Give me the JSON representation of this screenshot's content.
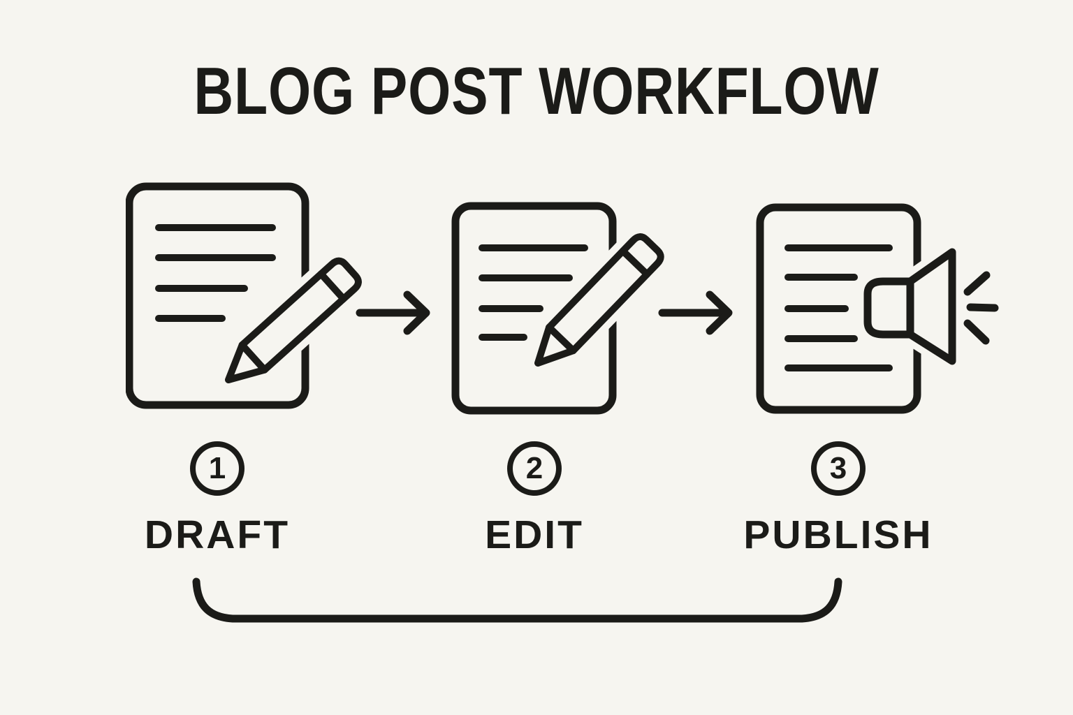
{
  "title": "BLOG POST WORKFLOW",
  "steps": [
    {
      "number": "1",
      "label": "DRAFT",
      "icon": "document-pencil-icon"
    },
    {
      "number": "2",
      "label": "EDIT",
      "icon": "document-pencil-icon"
    },
    {
      "number": "3",
      "label": "PUBLISH",
      "icon": "document-speaker-icon"
    }
  ],
  "connectors": {
    "between_steps": "arrow-right-icon",
    "bottom": "return-bracket-curve"
  },
  "colors": {
    "ink": "#1b1b18",
    "background": "#f6f5f0"
  }
}
